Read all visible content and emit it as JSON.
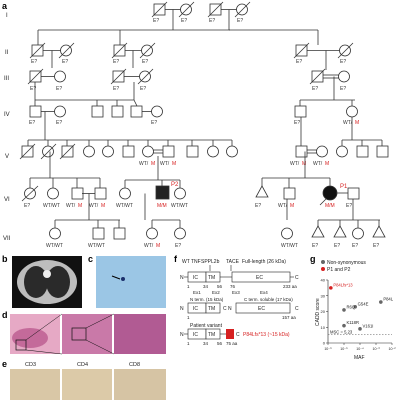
{
  "panel_letters": {
    "a": "a",
    "b": "b",
    "c": "c",
    "d": "d",
    "e": "e",
    "f": "f",
    "g": "g"
  },
  "generations": [
    "I",
    "II",
    "III",
    "IV",
    "V",
    "VI",
    "VII"
  ],
  "genotypes": {
    "e": "E?",
    "wtm": "WT/",
    "m": "M",
    "wtwt": "WT/WT",
    "mm": "M/M"
  },
  "probands": {
    "p1": "P1",
    "p2": "P2"
  },
  "ihc_labels": [
    "CD3",
    "CD4",
    "CD8"
  ],
  "protein": {
    "top_labels": [
      "WT TNF",
      "SPPL2b",
      "TACE",
      "Full-length (26 kDa)"
    ],
    "domains": [
      "IC",
      "TM",
      "EC"
    ],
    "n_label": "N",
    "c_label": "C",
    "wt_positions": [
      "1",
      "34",
      "56",
      "76",
      "233 aa"
    ],
    "exons": [
      "Ex1",
      "Ex2",
      "Ex3",
      "Ex4"
    ],
    "n_term": "N term. (15 kDa)",
    "c_term": "C term. soluble (17 kDa)",
    "c_end": "157 aa",
    "patient_label": "Patient variant",
    "mut_positions": [
      "1",
      "34",
      "56",
      "75 aa"
    ],
    "mut_name": "P84Lfs*13 (~15 kDa)"
  },
  "chart_data": {
    "type": "scatter",
    "title": "",
    "xlabel": "MAF",
    "ylabel": "CADD score",
    "x_scale": "log",
    "xlim": [
      1e-06,
      0.01
    ],
    "ylim": [
      0,
      40
    ],
    "y_ticks": [
      "0",
      "10",
      "20",
      "30",
      "40"
    ],
    "x_ticks": [
      "10⁻⁶",
      "10⁻⁵",
      "10⁻⁴",
      "10⁻³",
      "10⁻²"
    ],
    "msc_label": "MSC = 5.23",
    "msc_value": 5.23,
    "legend": [
      "Non-synonymous",
      "P1 and P2"
    ],
    "colors": {
      "nonsyn": "#666666",
      "patient": "#d62020"
    },
    "points": [
      {
        "label": "P84Lfs*13",
        "x": 1.5e-06,
        "y": 35,
        "group": "patient"
      },
      {
        "label": "P84L",
        "x": 0.002,
        "y": 26,
        "group": "nonsyn"
      },
      {
        "label": "G54E",
        "x": 5e-05,
        "y": 23,
        "group": "nonsyn"
      },
      {
        "label": "R6Q",
        "x": 1e-05,
        "y": 21,
        "group": "nonsyn"
      },
      {
        "label": "K118R",
        "x": 1e-05,
        "y": 11,
        "group": "nonsyn"
      },
      {
        "label": "V161I",
        "x": 0.0001,
        "y": 9,
        "group": "nonsyn"
      }
    ]
  }
}
